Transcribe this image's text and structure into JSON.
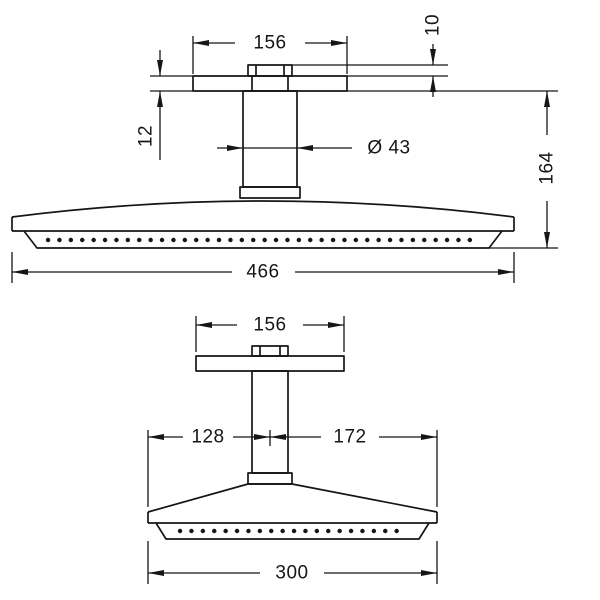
{
  "drawing": {
    "line_color": "#161616",
    "background": "#ffffff",
    "top_view": {
      "plate_width": "156",
      "ceiling_gap": "10",
      "plate_thickness": "12",
      "pipe_diameter": "Ø 43",
      "total_height": "164",
      "head_width": "466"
    },
    "bottom_view": {
      "plate_width": "156",
      "left_span": "128",
      "right_span": "172",
      "head_width": "300"
    }
  }
}
